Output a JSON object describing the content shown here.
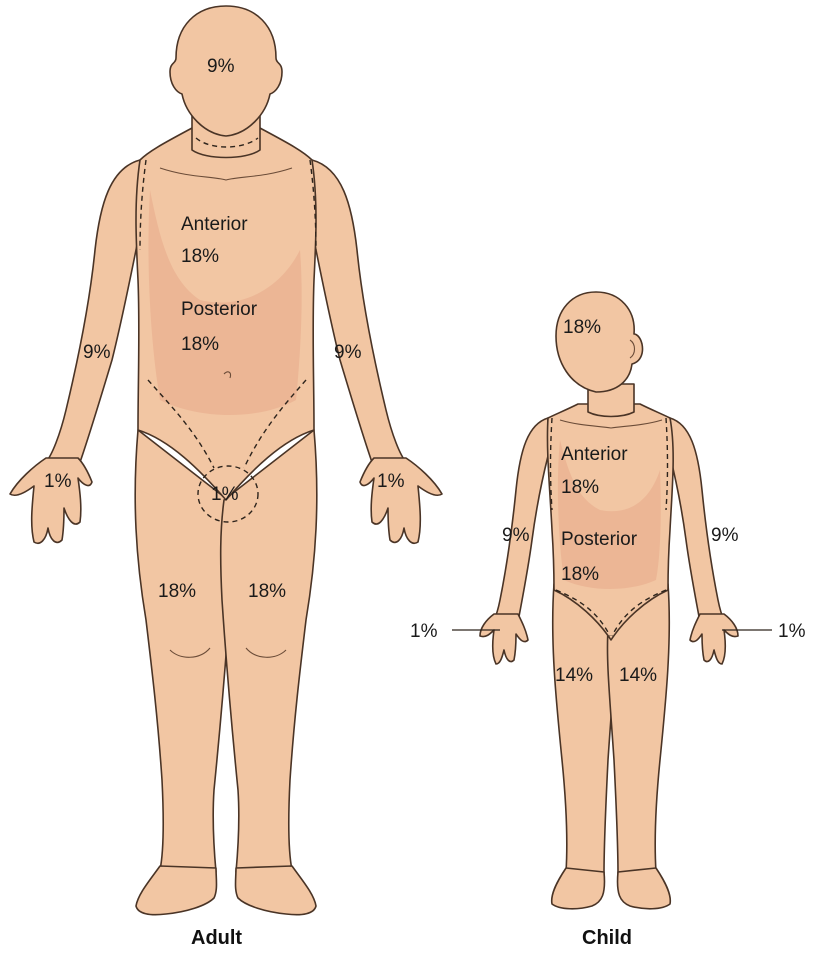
{
  "adult": {
    "caption": "Adult",
    "head": "9%",
    "anterior_label": "Anterior",
    "anterior_value": "18%",
    "posterior_label": "Posterior",
    "posterior_value": "18%",
    "arm_right": "9%",
    "arm_left": "9%",
    "hand_right": "1%",
    "hand_left": "1%",
    "groin": "1%",
    "leg_right": "18%",
    "leg_left": "18%"
  },
  "child": {
    "caption": "Child",
    "head": "18%",
    "anterior_label": "Anterior",
    "anterior_value": "18%",
    "posterior_label": "Posterior",
    "posterior_value": "18%",
    "arm_right": "9%",
    "arm_left": "9%",
    "hand_right": "1%",
    "hand_left": "1%",
    "leg_right": "14%",
    "leg_left": "14%"
  },
  "colors": {
    "skin": "#f2c6a3",
    "skin_shadow": "#e8a98a",
    "outline": "#4a3426"
  }
}
